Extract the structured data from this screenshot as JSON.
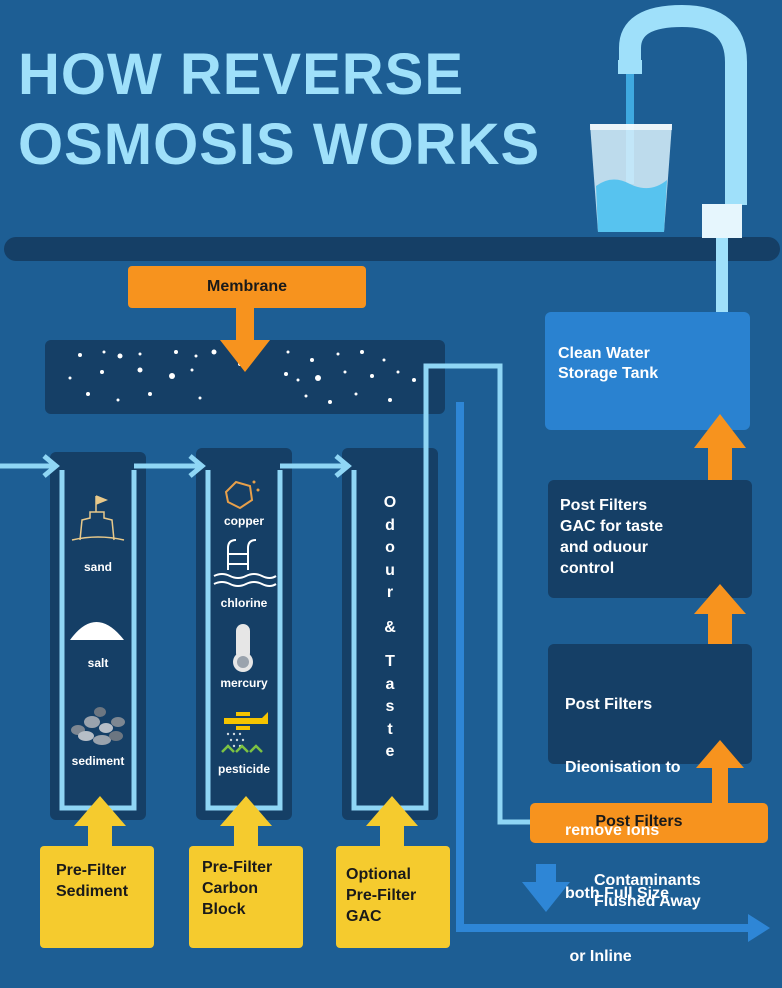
{
  "title": {
    "line1": "HOW REVERSE",
    "line2": "OSMOSIS WORKS"
  },
  "membrane": {
    "label": "Membrane"
  },
  "storage_tank": {
    "line1": "Clean Water",
    "line2": "Storage Tank"
  },
  "post_filter_gac": {
    "lines": [
      "Post Filters",
      "GAC for taste",
      "and oduour",
      "control"
    ]
  },
  "post_filter_deion": {
    "lines": [
      "Post Filters",
      "Dieonisation to",
      "remove ions",
      "both Full Size",
      " or Inline"
    ]
  },
  "post_filters_bar": {
    "label": "Post Filters"
  },
  "contaminants": {
    "line1": "Contaminants",
    "line2": "Flushed Away"
  },
  "sediment_column": {
    "items": [
      "sand",
      "salt",
      "sediment"
    ]
  },
  "carbon_column": {
    "items": [
      "copper",
      "chlorine",
      "mercury",
      "pesticide"
    ]
  },
  "odour_column": {
    "letters": [
      "O",
      "d",
      "o",
      "u",
      "r",
      "&",
      "T",
      "a",
      "s",
      "t",
      "e"
    ]
  },
  "prefilter_sediment": {
    "line1": "Pre-Filter",
    "line2": "Sediment"
  },
  "prefilter_carbon": {
    "line1": "Pre-Filter",
    "line2": "Carbon",
    "line3": "Block"
  },
  "prefilter_gac": {
    "line1": "Optional",
    "line2": "Pre-Filter",
    "line3": "GAC"
  },
  "colors": {
    "background": "#1d5e94",
    "dark_panel": "#153f66",
    "title": "#9fe0fa",
    "water_line": "#8fd6f5",
    "orange": "#f7931e",
    "yellow": "#f5cb2e",
    "tank_blue": "#2a82d0",
    "flush_blue": "#2e86d6"
  }
}
